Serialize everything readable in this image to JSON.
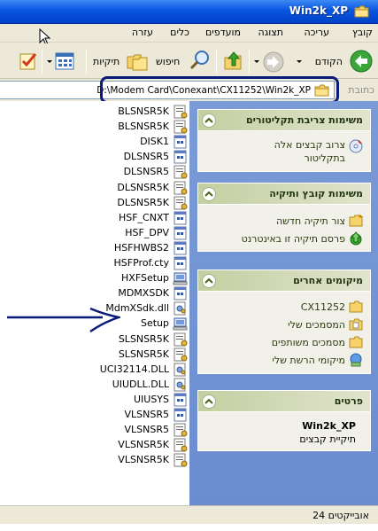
{
  "window": {
    "title": "Win2k_XP"
  },
  "menu": {
    "file": "קובץ",
    "edit": "עריכה",
    "view": "תצוגה",
    "favorites": "מועדפים",
    "tools": "כלים",
    "help": "עזרה"
  },
  "toolbar": {
    "back": "הקודם",
    "search": "חיפוש",
    "folders": "תיקיות"
  },
  "address": {
    "label": "כתובת",
    "value": "D:\\Modem Card\\Conexant\\CX11252\\Win2k_XP"
  },
  "files": [
    {
      "name": "BLSNSR5K",
      "icon": "settings-file-icon"
    },
    {
      "name": "BLSNSR5K",
      "icon": "settings-file-icon"
    },
    {
      "name": "DISK1",
      "icon": "system-file-icon"
    },
    {
      "name": "DLSNSR5",
      "icon": "system-file-icon"
    },
    {
      "name": "DLSNSR5",
      "icon": "settings-file-icon"
    },
    {
      "name": "DLSNSR5K",
      "icon": "settings-file-icon"
    },
    {
      "name": "DLSNSR5K",
      "icon": "settings-file-icon"
    },
    {
      "name": "HSF_CNXT",
      "icon": "system-file-icon"
    },
    {
      "name": "HSF_DPV",
      "icon": "system-file-icon"
    },
    {
      "name": "HSFHWBS2",
      "icon": "system-file-icon"
    },
    {
      "name": "HSFProf.cty",
      "icon": "system-file-icon"
    },
    {
      "name": "HXFSetup",
      "icon": "application-icon"
    },
    {
      "name": "MDMXSDK",
      "icon": "system-file-icon"
    },
    {
      "name": "MdmXSdk.dll",
      "icon": "dll-file-icon"
    },
    {
      "name": "Setup",
      "icon": "application-icon"
    },
    {
      "name": "SLSNSR5K",
      "icon": "settings-file-icon"
    },
    {
      "name": "SLSNSR5K",
      "icon": "settings-file-icon"
    },
    {
      "name": "UCI32114.DLL",
      "icon": "dll-file-icon"
    },
    {
      "name": "UIUDLL.DLL",
      "icon": "dll-file-icon"
    },
    {
      "name": "UIUSYS",
      "icon": "system-file-icon"
    },
    {
      "name": "VLSNSR5",
      "icon": "system-file-icon"
    },
    {
      "name": "VLSNSR5",
      "icon": "settings-file-icon"
    },
    {
      "name": "VLSNSR5K",
      "icon": "settings-file-icon"
    },
    {
      "name": "VLSNSR5K",
      "icon": "settings-file-icon"
    }
  ],
  "taskpane": {
    "imaging": {
      "title": "משימות צריבת תקליטורים",
      "task_line1": "צרוב קבצים אלה",
      "task_line2": "בתקליטור"
    },
    "file_folder": {
      "title": "משימות קובץ ותיקיה",
      "tasks": [
        "צור תיקיה חדשה",
        "פרסם תיקיה זו באינטרנט"
      ]
    },
    "other_places": {
      "title": "מיקומים אחרים",
      "places": [
        "CX11252",
        "המסמכים שלי",
        "מסמכים משותפים",
        "מיקומי הרשת שלי"
      ]
    },
    "details": {
      "title": "פרטים",
      "name": "Win2k_XP",
      "type": "תיקיית קבצים"
    }
  },
  "status": {
    "text": "24 אובייקטים"
  },
  "colors": {
    "annotation": "#081c7a",
    "title_bar": "#0a55e0",
    "task_pane": "#6b8dd0",
    "panel_header": "#c3cfa1"
  }
}
